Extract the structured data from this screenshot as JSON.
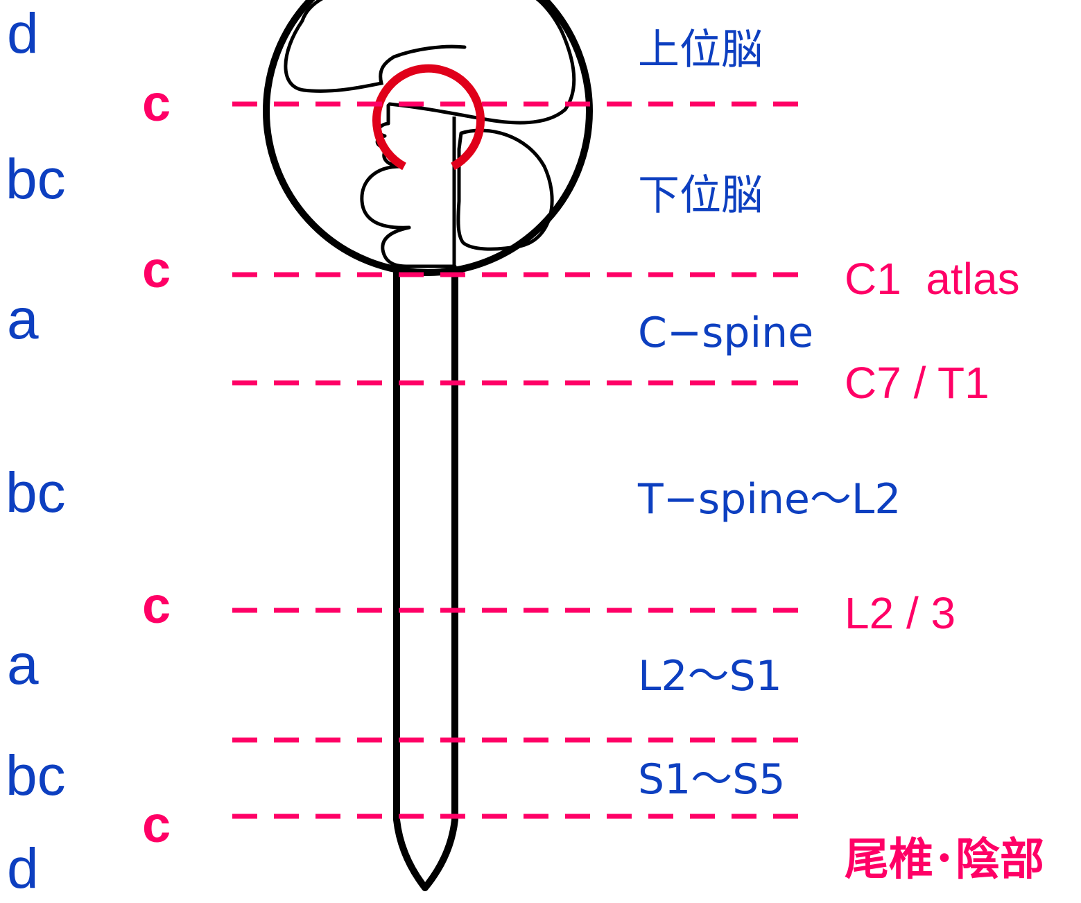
{
  "colors": {
    "level_label": "#0d3fc0",
    "boundary": "#ff0066",
    "outline": "#000000",
    "arc": "#e0001a"
  },
  "left_levels": [
    "d",
    "c",
    "bc",
    "c",
    "a",
    "bc",
    "c",
    "a",
    "bc",
    "c",
    "d"
  ],
  "regions": {
    "upper_brain": "上位脳",
    "lower_brain": "下位脳",
    "c_spine": "C−spine",
    "t_spine": "T−spine〜L2",
    "l2_s1": "L2〜S1",
    "s1_s5": "S1〜S5"
  },
  "boundaries": {
    "c1": "C1  atlas",
    "c7_t1": "C7 / T1",
    "l2_3": "L2 / 3",
    "coccyx": "尾椎･陰部"
  }
}
